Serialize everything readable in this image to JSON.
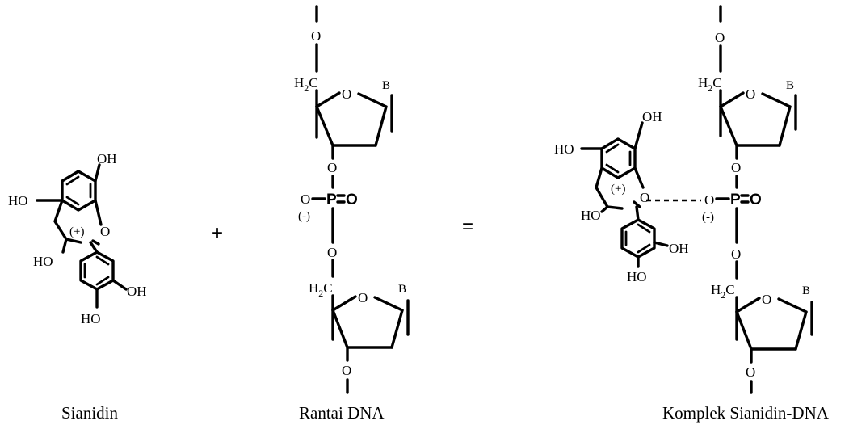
{
  "operators": {
    "plus": "+",
    "equals": "="
  },
  "sianidin": {
    "caption": "Sianidin",
    "oh_top": "OH",
    "ho_left": "HO",
    "charge": "(+)",
    "ring_o": "O",
    "ho_c3": "HO",
    "oh_right": "OH",
    "ho_bottom": "HO"
  },
  "dna": {
    "caption": "Rantai DNA",
    "o_top": "O",
    "h2c_top": "H",
    "c_top": "C",
    "sub_2": "2",
    "ring_o_top": "O",
    "base_top": "B",
    "o_mid": "O",
    "o_left": "O",
    "minus": "(-)",
    "phosphorus": "P",
    "o_double": "O",
    "o_low": "O",
    "h2c_bot": "H",
    "c_bot": "C",
    "ring_o_bot": "O",
    "base_bot": "B",
    "o_bottom": "O"
  },
  "complex": {
    "caption": "Komplek Sianidin-DNA",
    "oh_top": "OH",
    "ho_left": "HO",
    "charge": "(+)",
    "ring_o": "O",
    "ho_c3": "HO",
    "oh_right": "OH",
    "ho_bottom": "HO",
    "o_top": "O",
    "h2c_top": "H",
    "c_top": "C",
    "sub_2": "2",
    "ring_o_top": "O",
    "base_top": "B",
    "o_mid": "O",
    "o_left": "O",
    "minus": "(-)",
    "phosphorus": "P",
    "o_double": "O",
    "o_low": "O",
    "h2c_bot": "H",
    "c_bot": "C",
    "ring_o_bot": "O",
    "base_bot": "B",
    "o_bottom": "O"
  }
}
